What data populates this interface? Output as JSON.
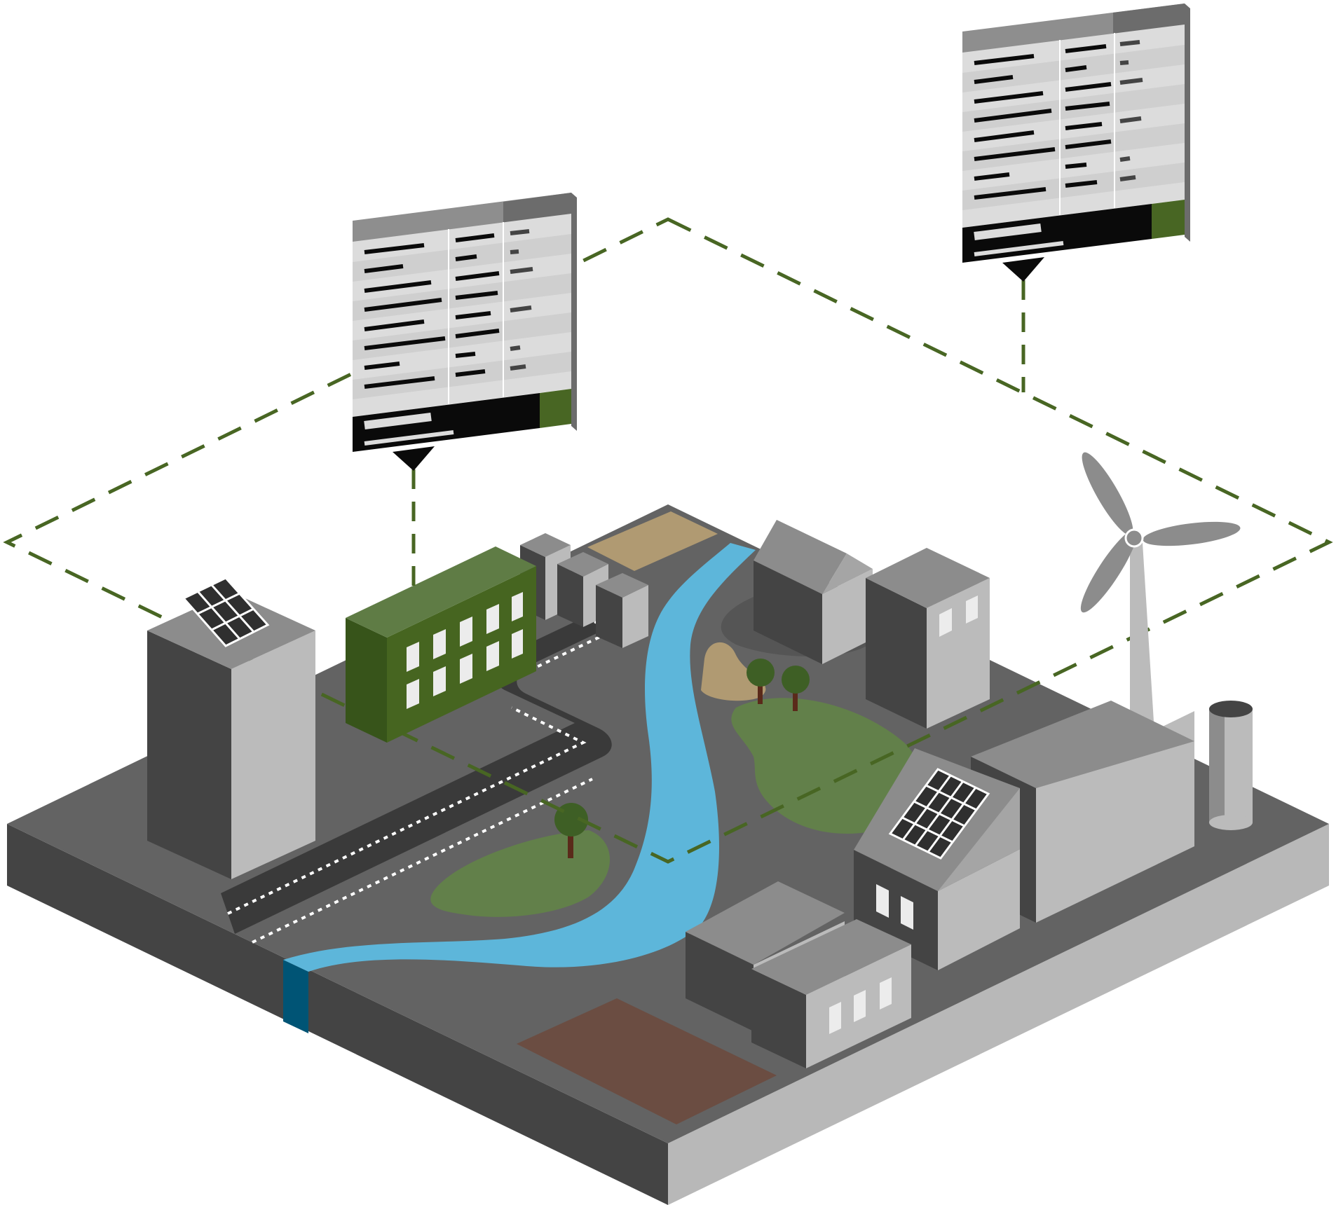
{
  "colors": {
    "background": "#ffffff",
    "ground_top": "#636363",
    "ground_left_side": "#444444",
    "ground_right_side": "#b8b8b8",
    "road": "#3a3a3a",
    "road_markings": "#ffffff",
    "river": "#5db6da",
    "river_edge": "#005475",
    "grass": "#62804a",
    "sand": "#b09a72",
    "soil": "#6b4d42",
    "tree_trunk": "#5a2a1a",
    "building_light": "#bbbbbb",
    "building_mid": "#8c8c8c",
    "building_dark": "#444444",
    "green_building_top": "#5f7c45",
    "green_building_side": "#466520",
    "green_building_dark": "#37541a",
    "window": "#ececec",
    "solar_panel": "#2f2f2f",
    "boundary_dash": "#486623",
    "panel_header": "#8e8e8e",
    "panel_header_dark": "#6c6c6c",
    "panel_body": "#dcdcdc",
    "panel_body_alt": "#cfcfcf",
    "panel_footer": "#0a0a0a",
    "panel_accent": "#486623"
  },
  "icons": {
    "boundary": "dashed-zone-boundary-icon",
    "panel": "data-table-panel-icon",
    "solar": "solar-panel-icon",
    "wind": "wind-turbine-icon",
    "tree": "tree-icon",
    "river": "river-icon",
    "road": "road-icon"
  },
  "panels": [
    {
      "name": "left-data-panel",
      "rows": 8
    },
    {
      "name": "right-data-panel",
      "rows": 8
    }
  ]
}
